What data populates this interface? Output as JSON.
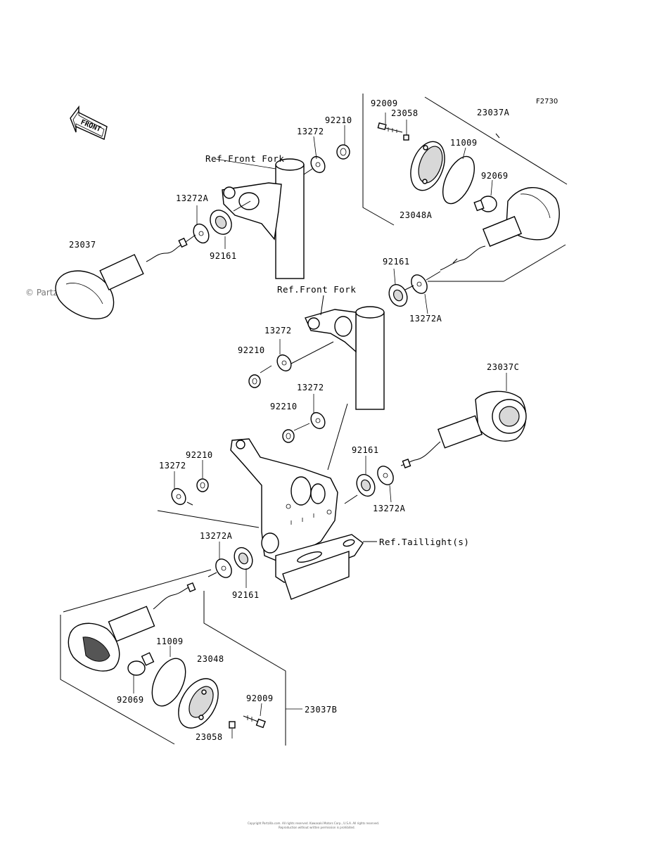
{
  "figure_code": "F2730",
  "watermark": "© Partzilla.com",
  "front_indicator": "FRONT",
  "references": {
    "front_fork_upper": "Ref.Front Fork",
    "front_fork_lower": "Ref.Front Fork",
    "taillight": "Ref.Taillight(s)"
  },
  "part_labels": {
    "p92009_top": "92009",
    "p23058_top": "23058",
    "p23037A": "23037A",
    "p11009_top": "11009",
    "p92069_top": "92069",
    "p23048A": "23048A",
    "p92210_a": "92210",
    "p13272_a": "13272",
    "p13272A_a": "13272A",
    "p23037": "23037",
    "p92161_a": "92161",
    "p92161_b": "92161",
    "p13272A_b": "13272A",
    "p13272_b": "13272",
    "p92210_b": "92210",
    "p13272_c": "13272",
    "p92210_c": "92210",
    "p23037C": "23037C",
    "p92210_d": "92210",
    "p13272_d": "13272",
    "p92161_c": "92161",
    "p13272A_c": "13272A",
    "p13272A_d": "13272A",
    "p92161_d": "92161",
    "p11009_bot": "11009",
    "p23048": "23048",
    "p92069_bot": "92069",
    "p92009_bot": "92009",
    "p23037B": "23037B",
    "p23058_bot": "23058"
  },
  "footer": [
    "Copyright Partzilla.com. All rights reserved. Kawasaki Motors Corp., U.S.A. All rights reserved.",
    "Reproduction without written permission is prohibited."
  ]
}
